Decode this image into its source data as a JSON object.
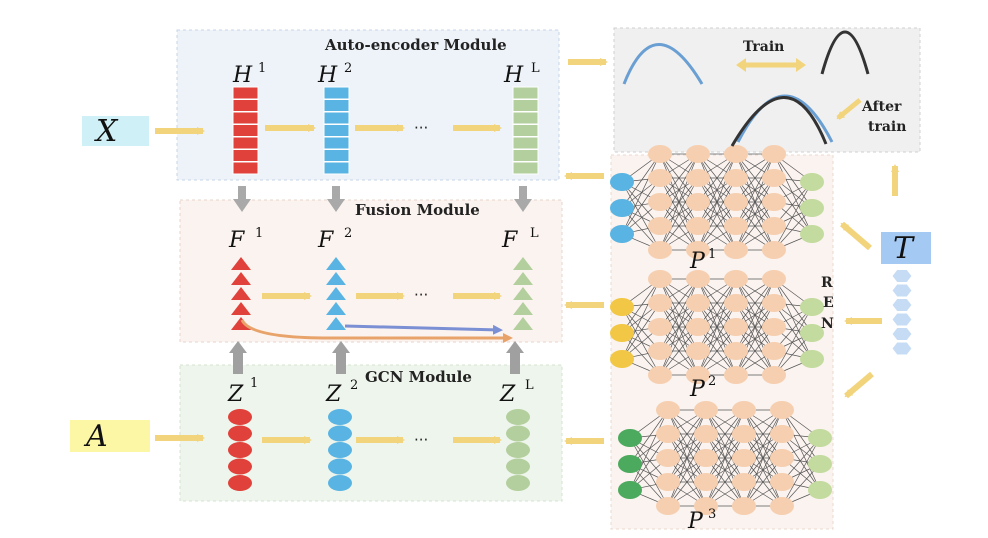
{
  "modules": {
    "autoencoder_title": "Auto-encoder Module",
    "fusion_title": "Fusion Module",
    "gcn_title": "GCN Module"
  },
  "inputs": {
    "x": "X",
    "a": "A",
    "t": "T"
  },
  "autoencoder_layers": [
    {
      "symbol": "H",
      "sup": "1"
    },
    {
      "symbol": "H",
      "sup": "2"
    },
    {
      "symbol": "H",
      "sup": "L"
    }
  ],
  "fusion_layers": [
    {
      "symbol": "F",
      "sup": "1"
    },
    {
      "symbol": "F",
      "sup": "2"
    },
    {
      "symbol": "F",
      "sup": "L"
    }
  ],
  "gcn_layers": [
    {
      "symbol": "Z",
      "sup": "1"
    },
    {
      "symbol": "Z",
      "sup": "2"
    },
    {
      "symbol": "Z",
      "sup": "L"
    }
  ],
  "ellipsis": "···",
  "networks": [
    {
      "symbol": "P",
      "sup": "1"
    },
    {
      "symbol": "P",
      "sup": "2"
    },
    {
      "symbol": "P",
      "sup": "3"
    }
  ],
  "ren_letters": [
    "R",
    "E",
    "N"
  ],
  "distribution_panel": {
    "train_label": "Train",
    "after_line1": "After",
    "after_line2": "train"
  },
  "colors": {
    "layer1": "#e0413a",
    "layer2": "#5ab4e3",
    "layerL": "#b3cf9d",
    "arrow": "#f2d47c",
    "grey_arrow": "#a0a0a0",
    "p1_input": "#5ab4e3",
    "p2_input": "#f2c745",
    "p3_input": "#4caa5e",
    "hidden_node": "#f6cfb0",
    "output_node": "#c3db9e",
    "autoencoder_bg": "#edf3f9",
    "fusion_bg": "#fbf3ef",
    "gcn_bg": "#eef5ec",
    "x_label_bg": "#cff0f7",
    "a_label_bg": "#fbf7a5",
    "t_label_bg": "#a4c9f3",
    "t_hex": "#c6dcf5",
    "curve_blue": "#6a9fd3",
    "curve_dark": "#333333"
  }
}
